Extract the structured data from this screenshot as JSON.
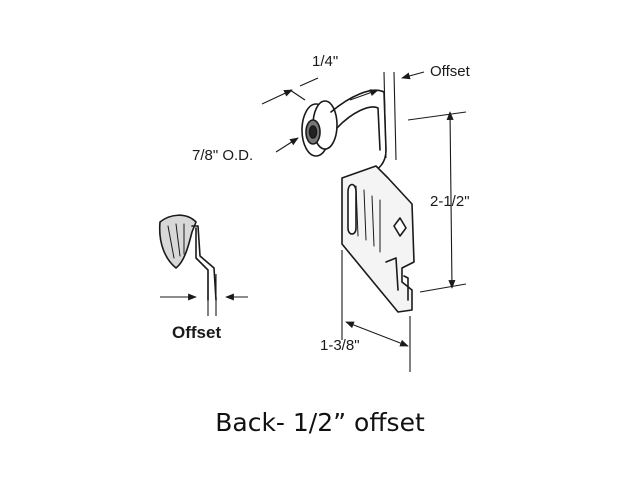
{
  "diagram": {
    "labels": {
      "quarter": "1/4\"",
      "offset_top": "Offset",
      "od": "7/8\" O.D.",
      "height": "2-1/2\"",
      "width": "1-3/8\"",
      "offset_side": "Offset"
    },
    "caption": "Back- 1/2” offset",
    "colors": {
      "ink": "#1a1a1a",
      "background": "#ffffff"
    }
  }
}
